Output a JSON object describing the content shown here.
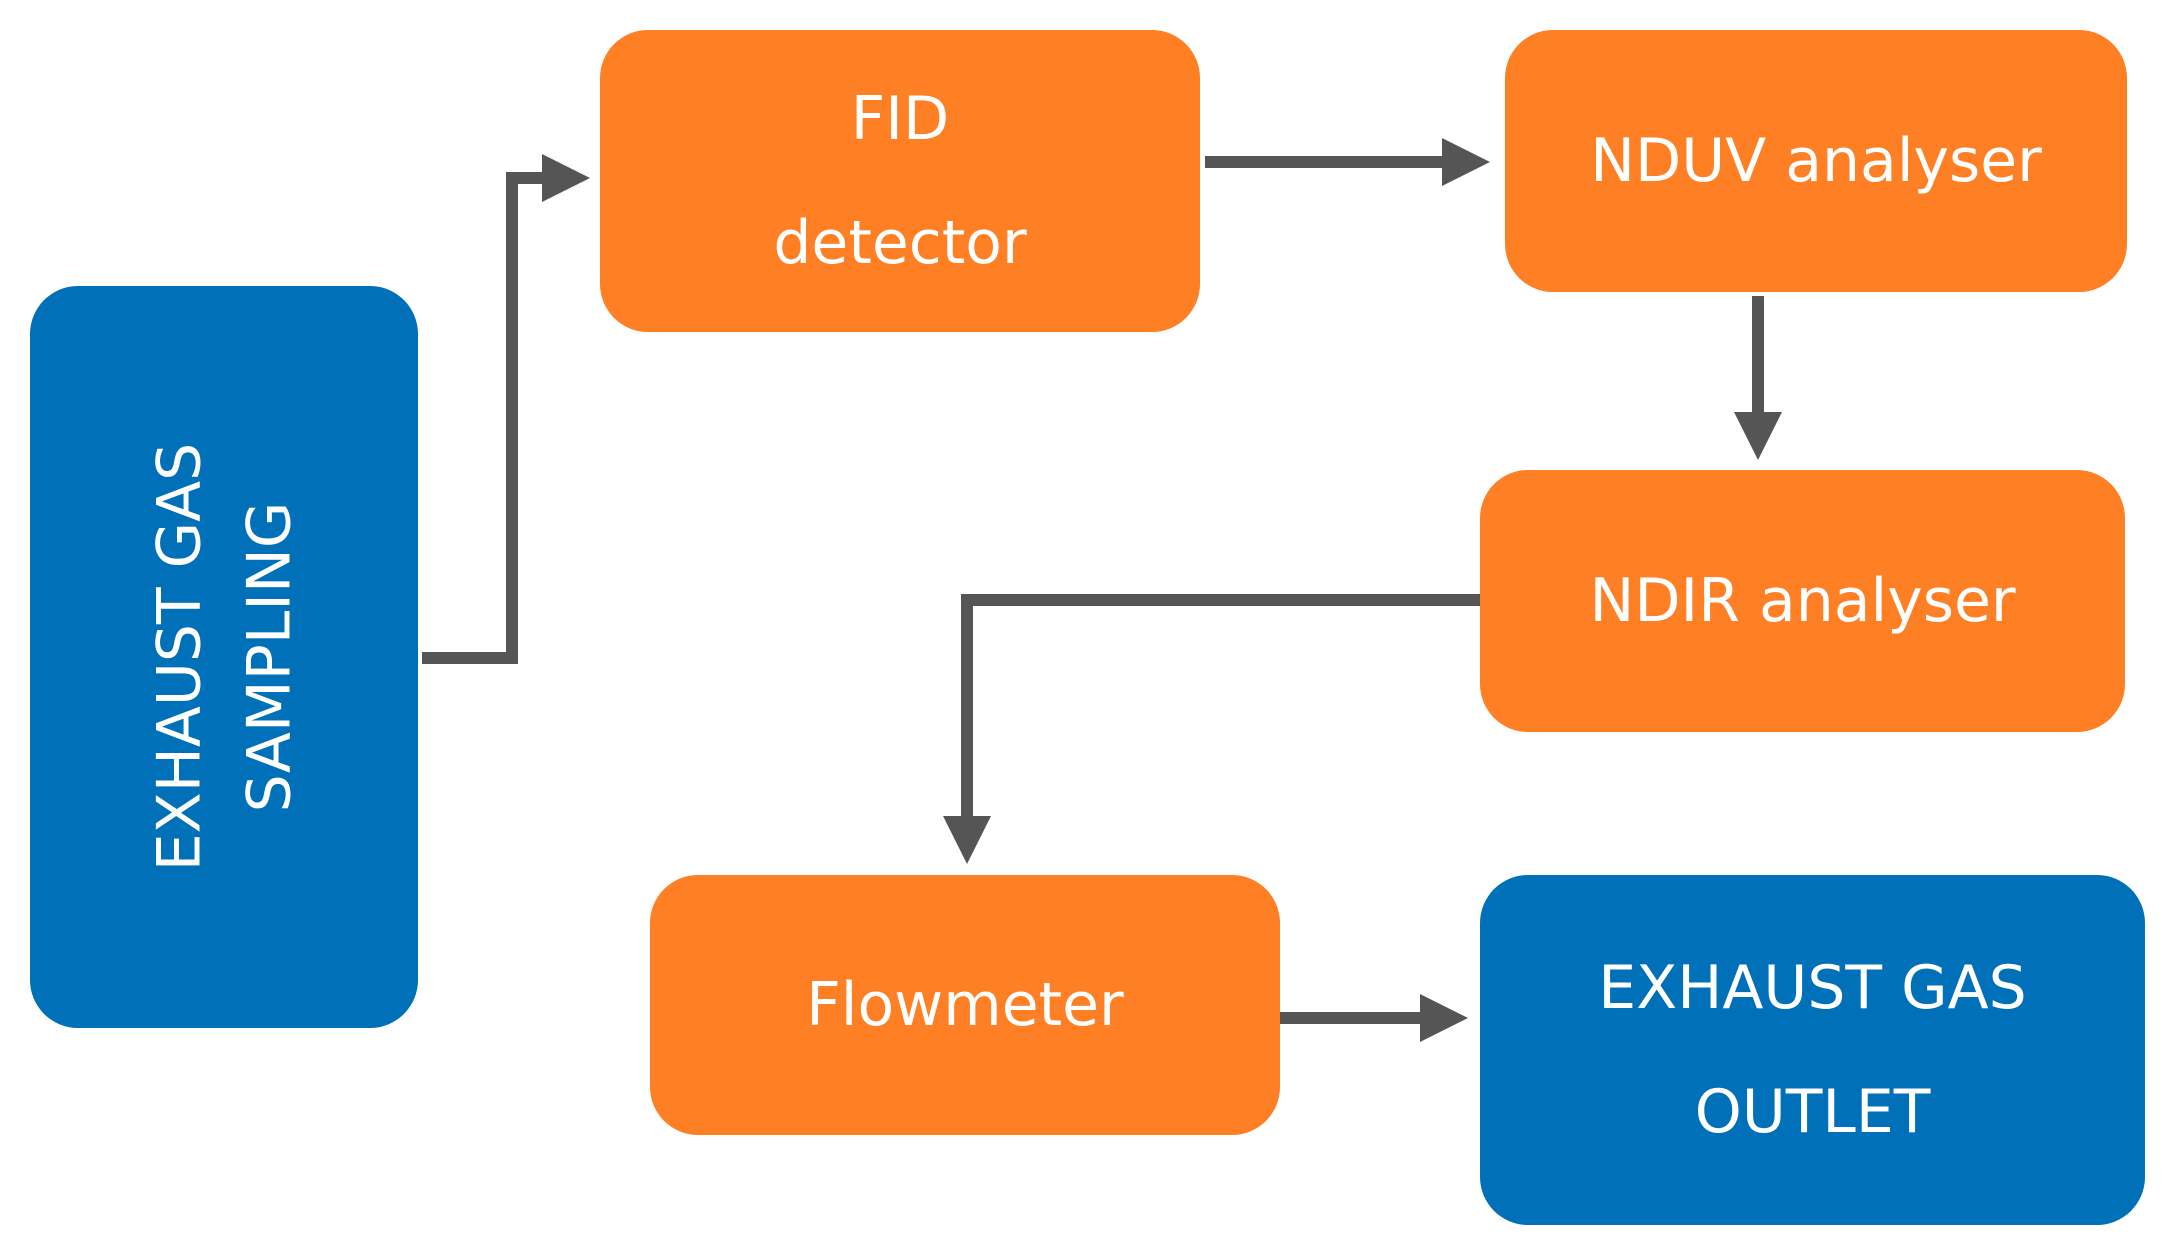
{
  "colors": {
    "process": "#FE7F24",
    "endpoint": "#0071B9",
    "arrow": "#555555",
    "text": "#ffffff"
  },
  "nodes": {
    "sampling": {
      "line1": "EXHAUST GAS",
      "line2": "SAMPLING"
    },
    "fid": {
      "line1": "FID",
      "line2": "detector"
    },
    "nduv": {
      "label": "NDUV analyser"
    },
    "ndir": {
      "label": "NDIR analyser"
    },
    "flowmeter": {
      "label": "Flowmeter"
    },
    "outlet": {
      "line1": "EXHAUST GAS",
      "line2": "OUTLET"
    }
  },
  "edges": [
    {
      "from": "sampling",
      "to": "fid"
    },
    {
      "from": "fid",
      "to": "nduv"
    },
    {
      "from": "nduv",
      "to": "ndir"
    },
    {
      "from": "ndir",
      "to": "flowmeter"
    },
    {
      "from": "flowmeter",
      "to": "outlet"
    }
  ]
}
